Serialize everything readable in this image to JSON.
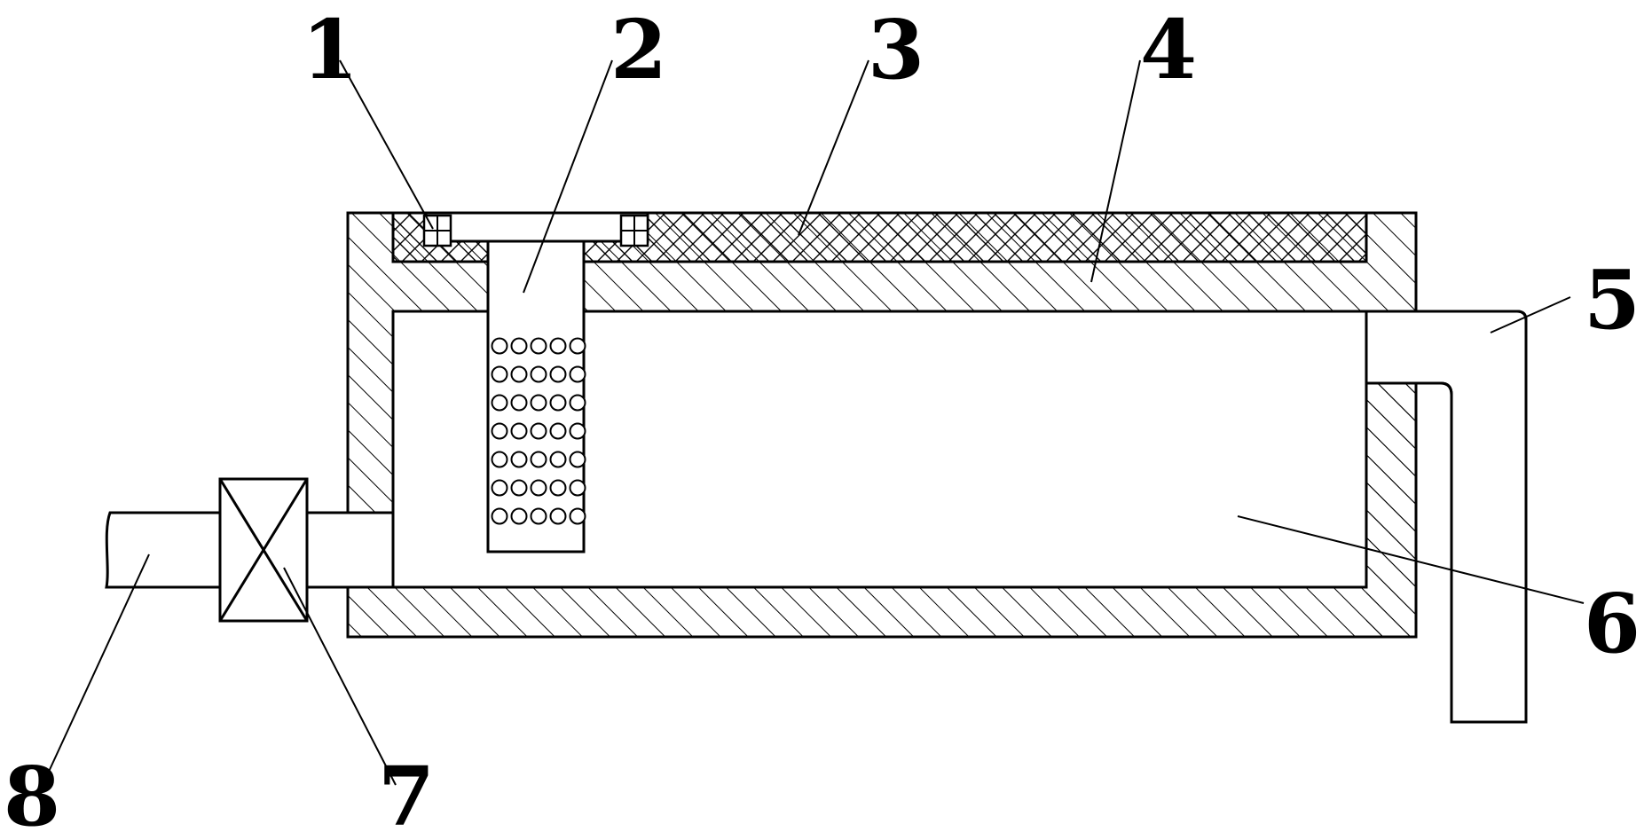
{
  "figure": {
    "type": "technical-cross-section",
    "callouts": [
      {
        "id": "1",
        "text": "1"
      },
      {
        "id": "2",
        "text": "2"
      },
      {
        "id": "3",
        "text": "3"
      },
      {
        "id": "4",
        "text": "4"
      },
      {
        "id": "5",
        "text": "5"
      },
      {
        "id": "6",
        "text": "6"
      },
      {
        "id": "7",
        "text": "7"
      },
      {
        "id": "8",
        "text": "8"
      }
    ]
  }
}
